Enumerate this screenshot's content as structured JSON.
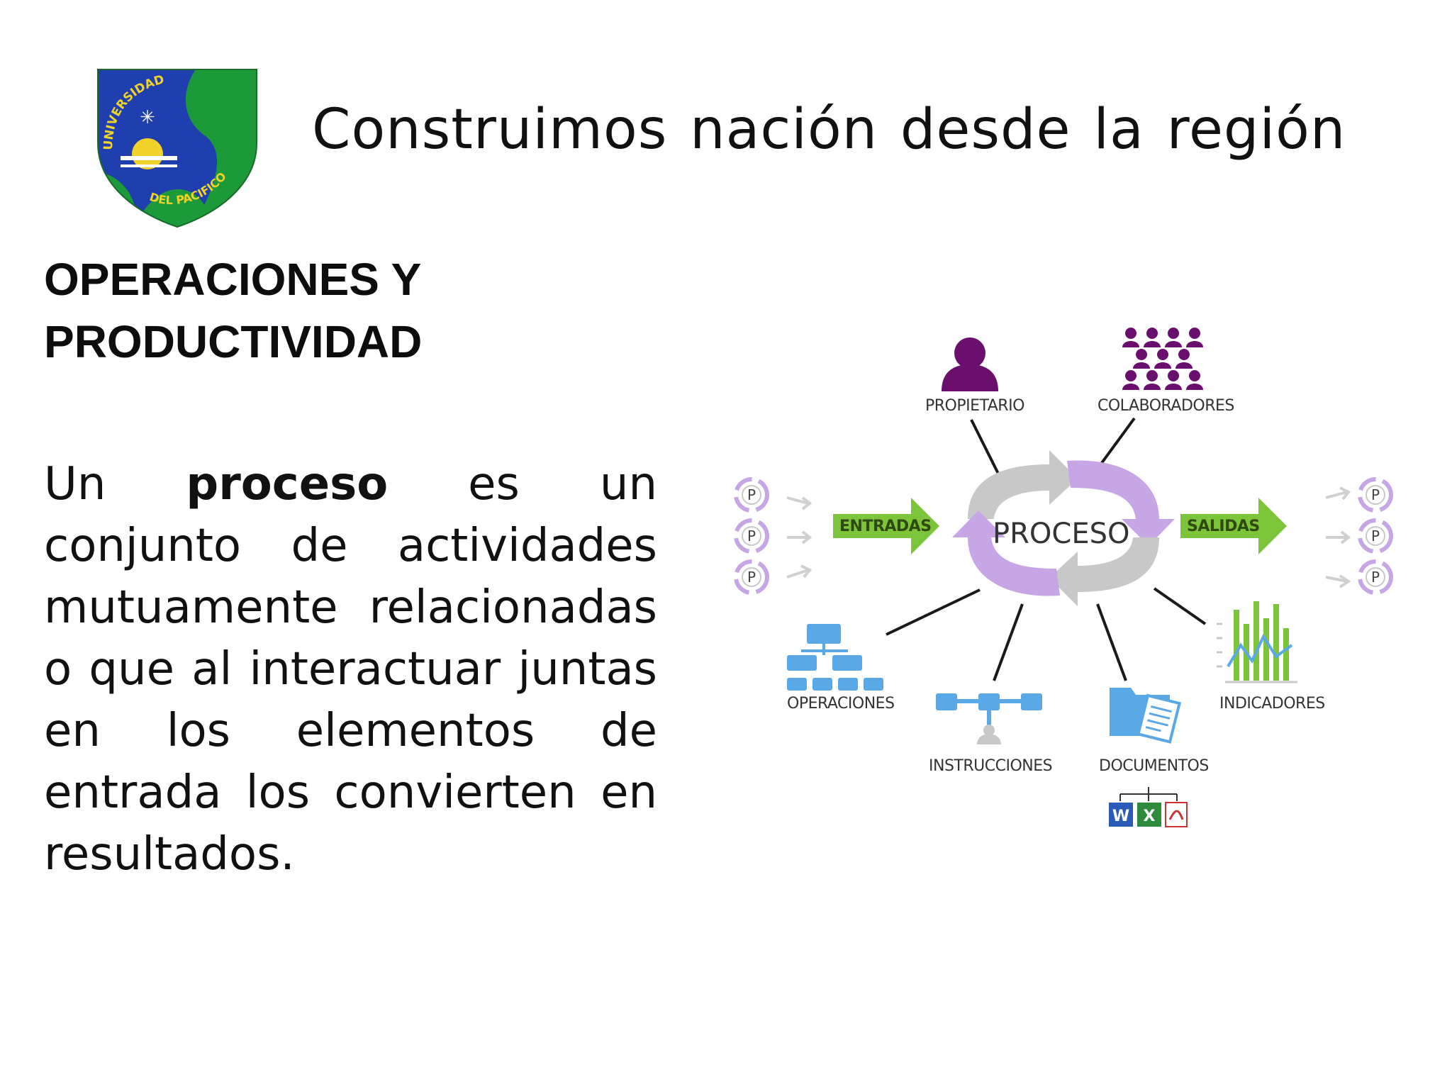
{
  "logo": {
    "arc_text_top": "UNIVERSIDAD",
    "arc_text_bottom": "DEL PACIFICO",
    "colors": {
      "blue": "#1f3fae",
      "green": "#1c9a3a",
      "yellow": "#f1d22a"
    }
  },
  "header": {
    "slogan": "Construimos  nación desde la región"
  },
  "left": {
    "heading_line1": "OPERACIONES Y",
    "heading_line2": "PRODUCTIVIDAD",
    "body_before": "Un ",
    "body_bold": "proceso",
    "body_after": " es un conjunto de actividades mutuamente relacionadas o que al interactuar juntas en los elementos de entrada los convierten en resultados."
  },
  "diagram": {
    "center_label": "PROCESO",
    "inputs_label": "ENTRADAS",
    "outputs_label": "SALIDAS",
    "p_badge": "P",
    "nodes": {
      "owner": "PROPIETARIO",
      "collaborators": "COLABORADORES",
      "operations": "OPERACIONES",
      "instructions": "INSTRUCCIONES",
      "documents": "DOCUMENTOS",
      "indicators": "INDICADORES"
    },
    "icons": {
      "owner": "person-icon",
      "collaborators": "group-icon",
      "operations": "org-chart-icon",
      "instructions": "network-icon",
      "documents": "folder-document-icon",
      "indicators": "bar-line-chart-icon"
    },
    "colors": {
      "purple": "#6b0f6e",
      "lavender": "#c7a6e6",
      "gray": "#c8c8c8",
      "green_arrow": "#7cc43a",
      "blue_icon": "#5aa9e6"
    }
  }
}
